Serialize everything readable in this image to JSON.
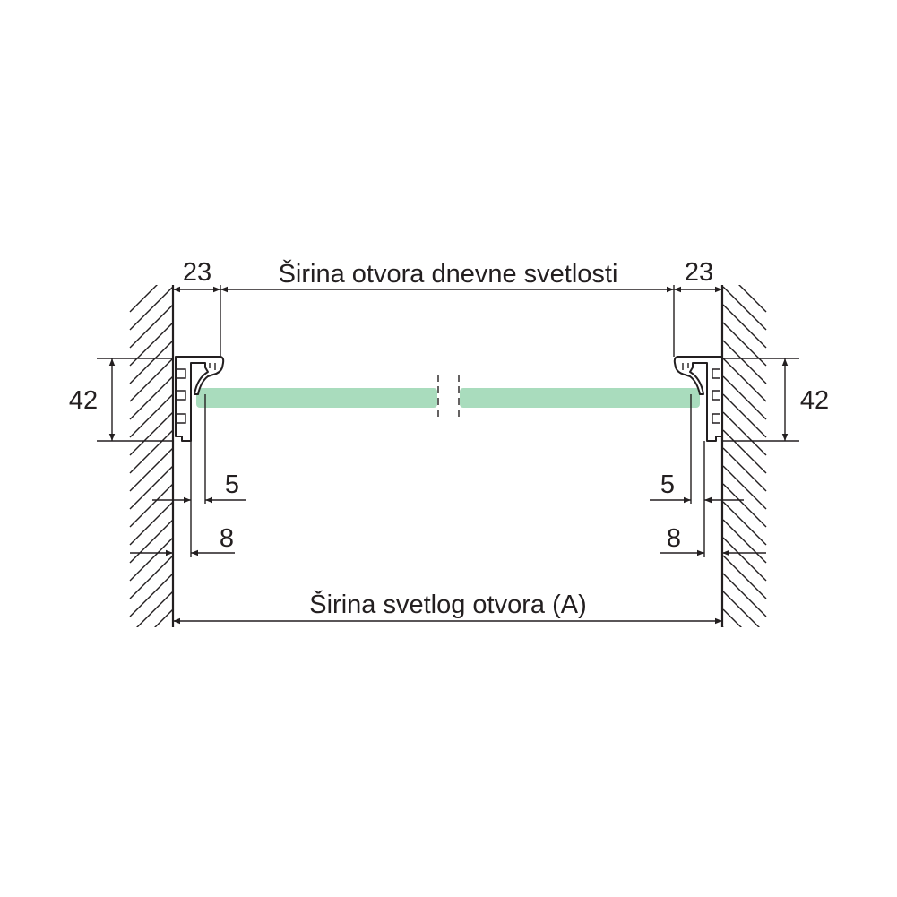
{
  "labels": {
    "top_width": "Širina otvora dnevne svetlosti",
    "bottom_width": "Širina svetlog otvora (A)",
    "left_offset_top": "23",
    "right_offset_top": "23",
    "left_height": "42",
    "right_height": "42",
    "left_gap_5": "5",
    "left_gap_8": "8",
    "right_gap_5": "5",
    "right_gap_8": "8"
  },
  "colors": {
    "glass": "#a9dcbd",
    "line": "#231f20"
  }
}
